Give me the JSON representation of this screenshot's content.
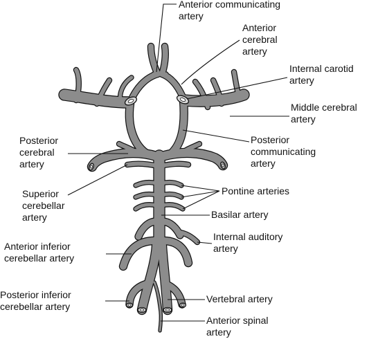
{
  "colors": {
    "artery_fill": "#8c8c8c",
    "artery_outline": "#111111",
    "label_text": "#111111",
    "background": "#ffffff"
  },
  "labels": {
    "anterior_communicating": [
      "Anterior communicating",
      "artery"
    ],
    "anterior_cerebral": [
      "Anterior",
      "cerebral",
      "artery"
    ],
    "internal_carotid": [
      "Internal carotid",
      "artery"
    ],
    "middle_cerebral": [
      "Middle cerebral",
      "artery"
    ],
    "posterior_communicating": [
      "Posterior",
      "communicating",
      "artery"
    ],
    "posterior_cerebral": [
      "Posterior",
      "cerebral",
      "artery"
    ],
    "superior_cerebellar": [
      "Superior",
      "cerebellar",
      "artery"
    ],
    "pontine": [
      "Pontine arteries"
    ],
    "basilar": [
      "Basilar artery"
    ],
    "internal_auditory": [
      "Internal auditory",
      "artery"
    ],
    "anterior_inferior_cerebellar": [
      "Anterior inferior",
      "cerebellar artery"
    ],
    "posterior_inferior_cerebellar": [
      "Posterior inferior",
      "cerebellar artery"
    ],
    "vertebral": [
      "Vertebral artery"
    ],
    "anterior_spinal": [
      "Anterior spinal",
      "artery"
    ]
  }
}
